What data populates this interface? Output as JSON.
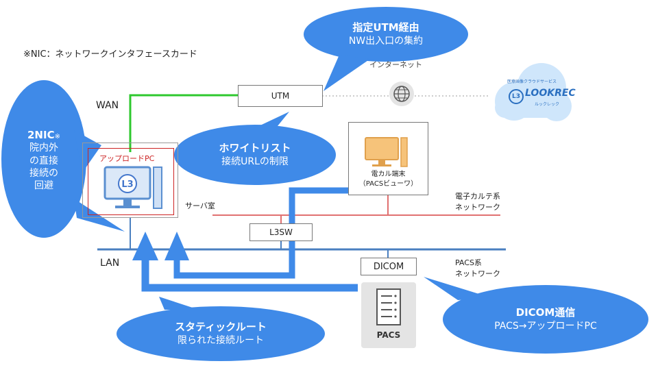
{
  "note": "※NIC：ネットワークインタフェースカード",
  "labels": {
    "wan": "WAN",
    "lan": "LAN",
    "server_room": "サーバ室",
    "internet": "インターネット",
    "emr_network": [
      "電子カルテ系",
      "ネットワーク"
    ],
    "pacs_network": [
      "PACS系",
      "ネットワーク"
    ]
  },
  "nodes": {
    "utm": "UTM",
    "l3sw": "L3SW",
    "dicom": "DICOM",
    "pacs": "PACS",
    "upload_pc": "アップロードPC",
    "terminal": [
      "電カル端末",
      "（PACSビューワ）"
    ],
    "lookrec": {
      "tagline": "医療画像クラウドサービス",
      "name": "LOOKREC",
      "kana": "ルックレック"
    }
  },
  "bubbles": {
    "utm_route": {
      "title": "指定UTM経由",
      "sub": "NW出入口の集約"
    },
    "whitelist": {
      "title": "ホワイトリスト",
      "sub": "接続URLの制限"
    },
    "nic": {
      "title": "2NIC",
      "mark": "※",
      "lines": [
        "院内外",
        "の直接",
        "接続の",
        "回避"
      ]
    },
    "static_route": {
      "title": "スタティックルート",
      "sub": "限られた接続ルート"
    },
    "dicom_comm": {
      "title": "DICOM通信",
      "sub": "PACS→アップロードPC"
    }
  },
  "colors": {
    "bubble": "#3f8ae8",
    "wan_line": "#2ec82e",
    "emr_line": "#e07070",
    "pacs_line": "#4a7fc0",
    "upload_border": "#cc2222",
    "monitor_fill": "#f6c37a"
  }
}
